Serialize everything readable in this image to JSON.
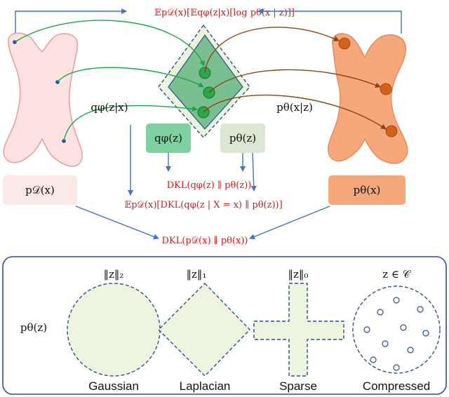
{
  "top_expectation": "𝔼p𝒟(x)[𝔼qφ(z|x)[log pθ(x | z)]]",
  "encoder_label": "qφ(z|x)",
  "decoder_label": "pθ(x|z)",
  "q_box_label": "qφ(z)",
  "p_box_label": "pθ(z)",
  "data_dist_box_label": "p𝒟(x)",
  "model_dist_box_label": "pθ(x)",
  "kl_prior": "DKL(qφ(z) ∥ pθ(z))",
  "kl_expected": "𝔼p𝒟(x)[DKL(qφ(z | X = x) ∥ pθ(z))]",
  "kl_data": "DKL(p𝒟(x) ∥ pθ(x))",
  "prior_label": "pθ(z)",
  "priors": [
    {
      "norm": "‖z‖₂",
      "caption": "Gaussian"
    },
    {
      "norm": "‖z‖₁",
      "caption": "Laplacian"
    },
    {
      "norm": "‖z‖₀",
      "caption": "Sparse"
    },
    {
      "norm": "z ∈ 𝒞",
      "caption": "Compressed"
    }
  ],
  "colors": {
    "red_text": "#c8211e",
    "encoder_green": "#1ea54a",
    "decoder_brown": "#8b4513",
    "arrow_blue": "#4472c4",
    "data_x_fill": "#fde2e2",
    "model_x_fill": "#f4a87c",
    "latent_dot": "#2aa84a",
    "model_dot": "#d0621b",
    "prior_shape_fill": "#edf5df",
    "q_box_fill": "#7ed0a0",
    "p_box_fill": "#dde6d3"
  }
}
